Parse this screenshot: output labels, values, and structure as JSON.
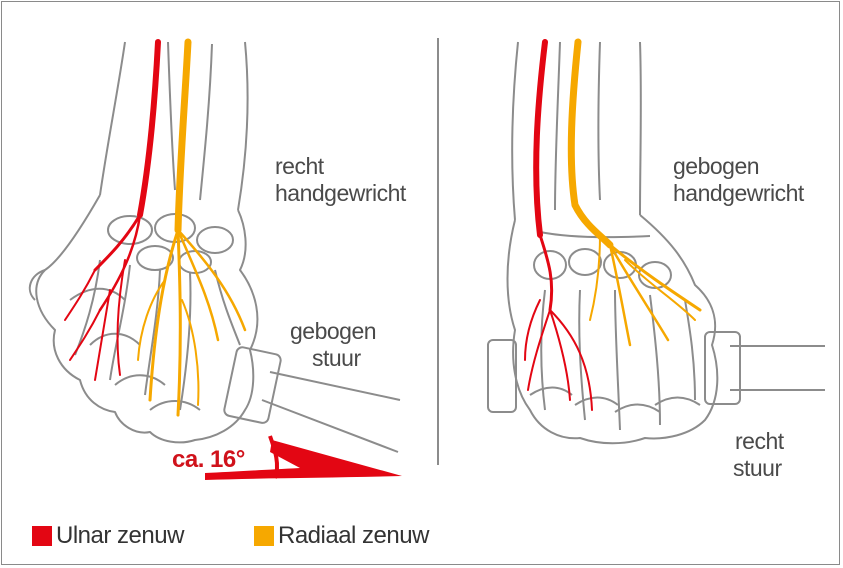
{
  "left_panel": {
    "wrist_label_1": "recht",
    "wrist_label_2": "handgewricht",
    "bar_label_1": "gebogen",
    "bar_label_2": "stuur",
    "angle_label": "ca. 16°"
  },
  "right_panel": {
    "wrist_label_1": "gebogen",
    "wrist_label_2": "handgewricht",
    "bar_label_1": "recht",
    "bar_label_2": "stuur"
  },
  "legend": [
    {
      "label": "Ulnar zenuw",
      "color": "#e30613"
    },
    {
      "label": "Radiaal zenuw",
      "color": "#f6a800"
    }
  ],
  "colors": {
    "ulnar": "#e30613",
    "radial": "#f6a800",
    "outline": "#8c8c8c",
    "text": "#4a4a4a"
  }
}
